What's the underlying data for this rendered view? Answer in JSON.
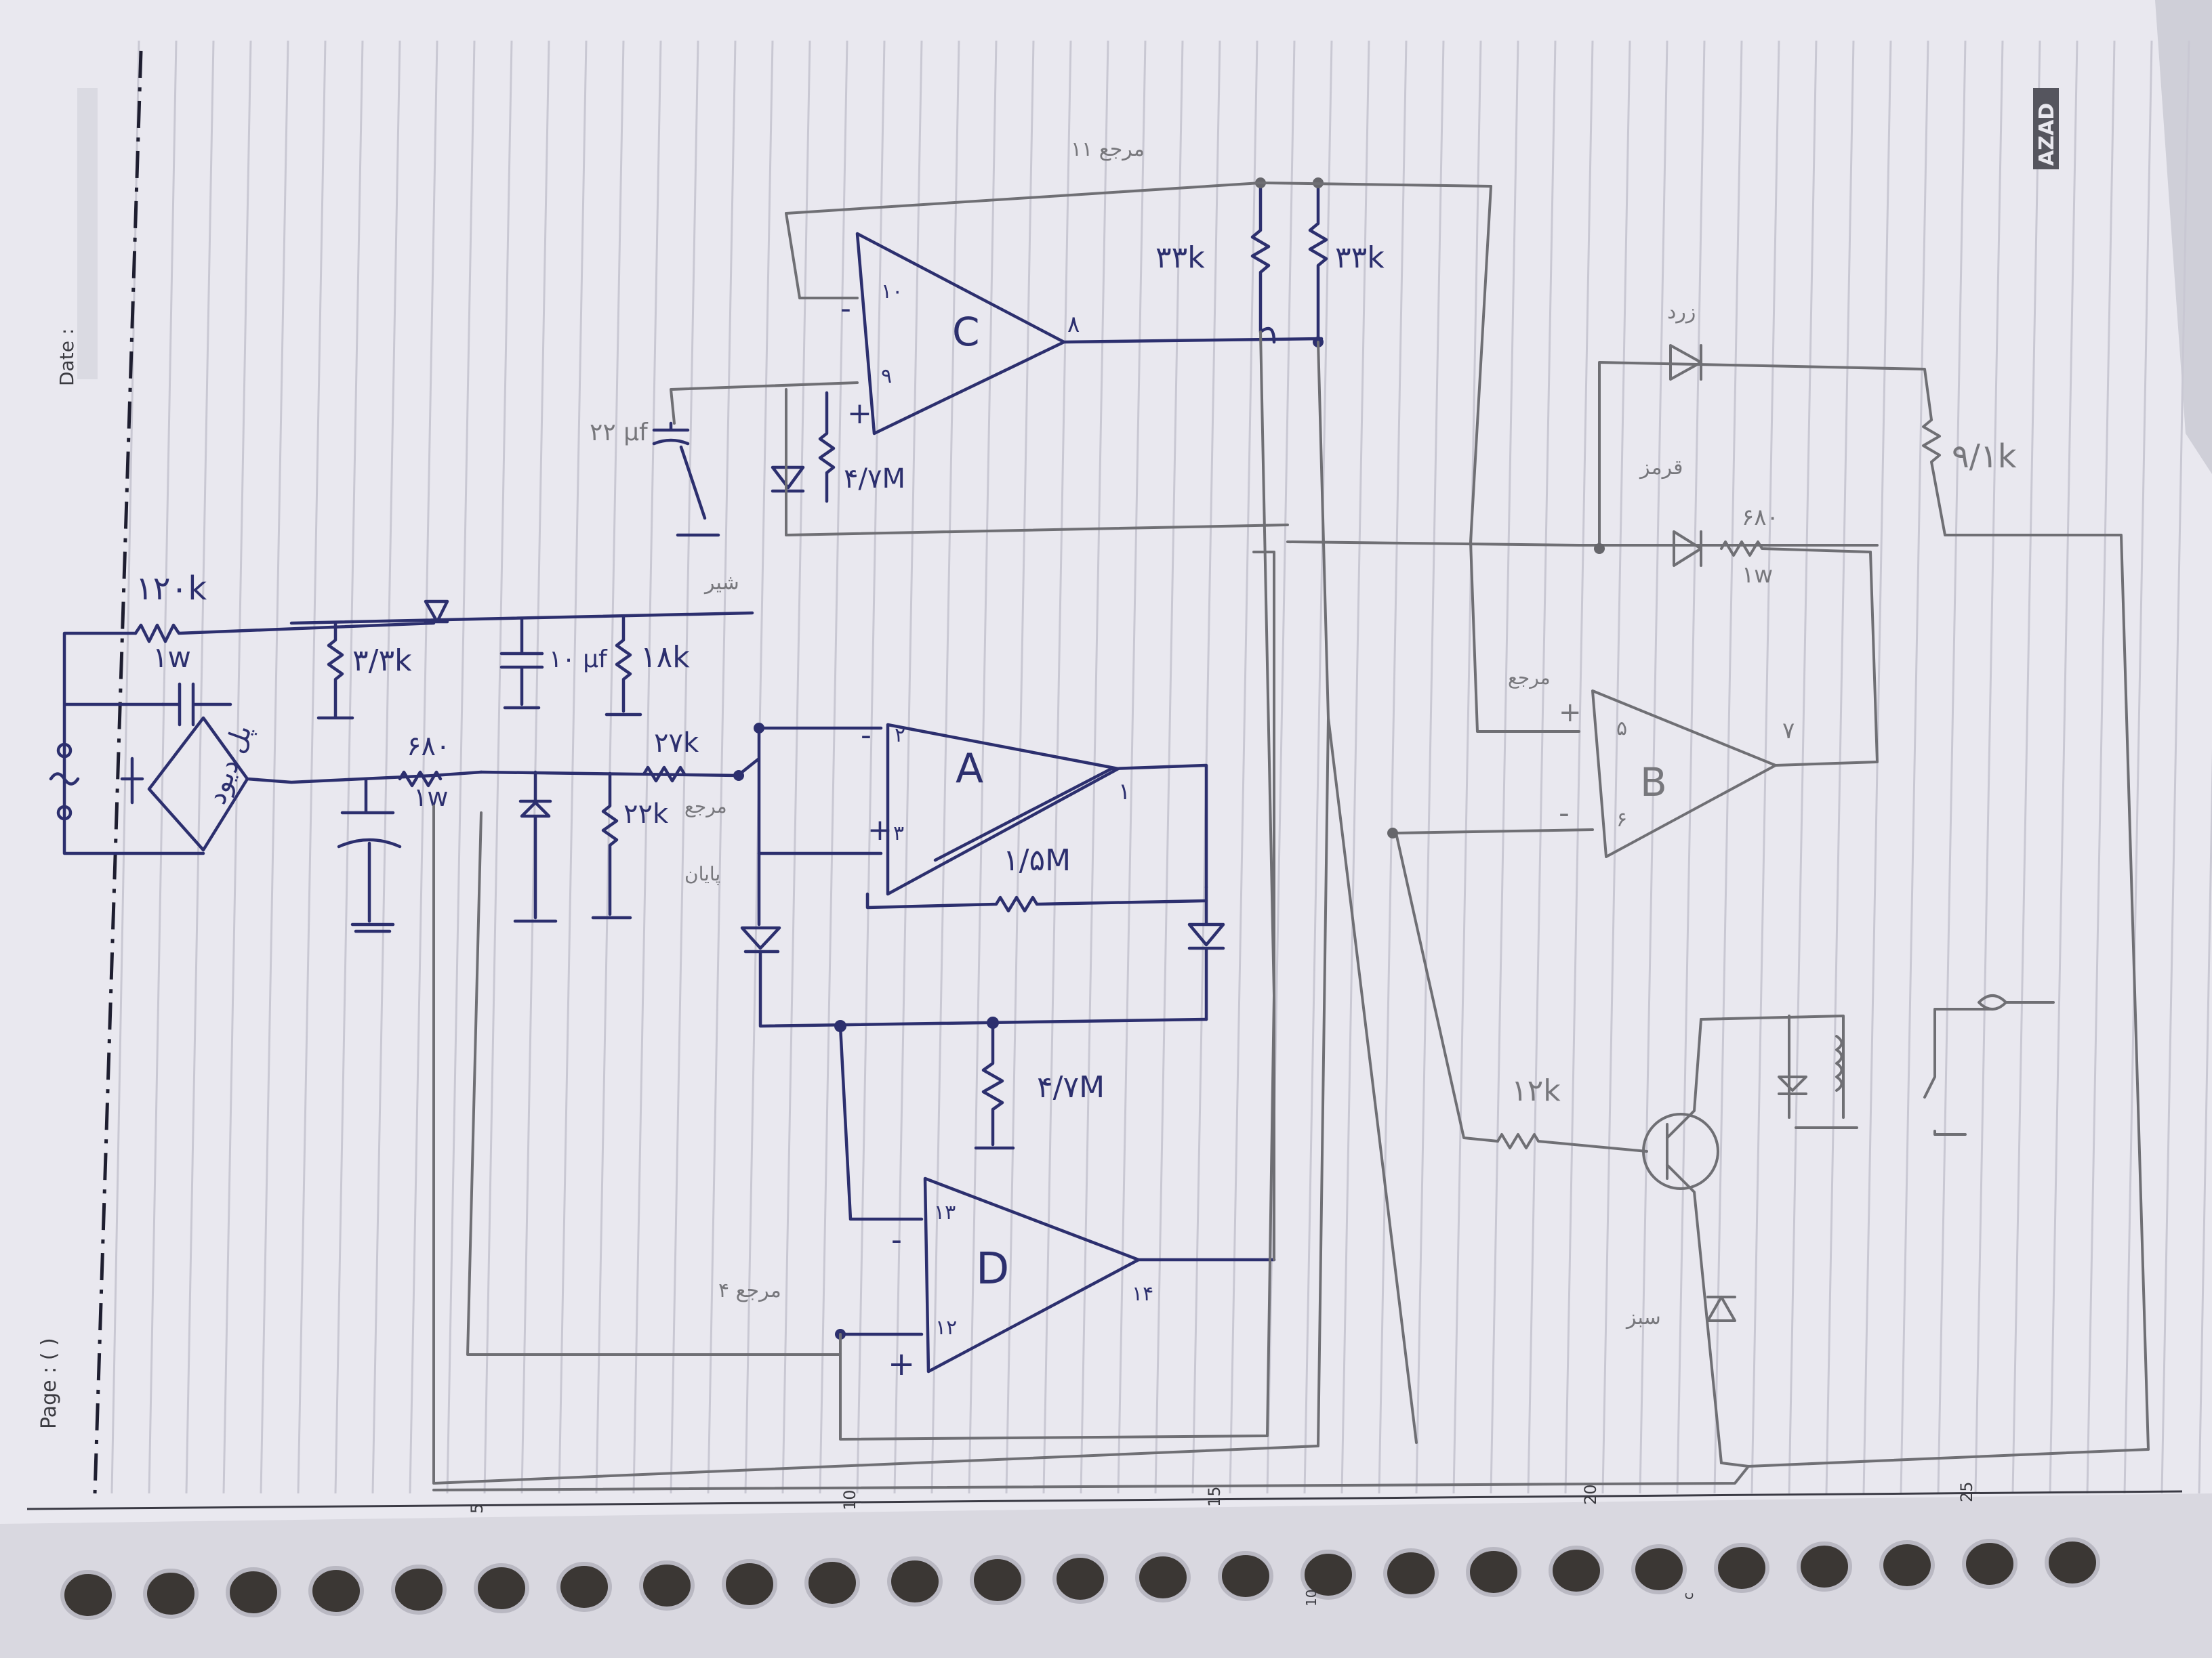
{
  "notebook": {
    "date_label": "Date :",
    "page_label": "Page : (      )",
    "brand": "AZAD",
    "ruler_ticks": [
      "5",
      "10",
      "15",
      "20",
      "25"
    ],
    "binding_marks": [
      "10",
      "c"
    ]
  },
  "schematic": {
    "opamps": {
      "a": {
        "name": "A",
        "pin_minus": "۲",
        "pin_plus": "۳",
        "pin_out": "۱",
        "sign_minus": "-",
        "sign_plus": "+"
      },
      "b": {
        "name": "B",
        "pin_plus": "۵",
        "pin_minus": "۶",
        "pin_out": "۷",
        "sign_minus": "-",
        "sign_plus": "+"
      },
      "c": {
        "name": "C",
        "pin_minus": "۱۰",
        "pin_plus": "۹",
        "pin_out": "۸",
        "sign_minus": "-",
        "sign_plus": "+"
      },
      "d": {
        "name": "D",
        "pin_minus": "۱۳",
        "pin_plus": "۱۲",
        "pin_out": "۱۴",
        "sign_minus": "-",
        "sign_plus": "+"
      }
    },
    "labels": {
      "r_input": "۱۲۰k",
      "r_input_power": "۱w",
      "bridge": "پل دیود",
      "r_3k3": "۳/۳k",
      "c_10uf": "۱۰ µf",
      "r_18k": "۱۸k",
      "r_680": "۶۸۰",
      "r_680_power": "۱w",
      "r_27k": "۲۷k",
      "r_22k": "۲۲k",
      "r_1_5m": "۱/۵M",
      "r_4_7m_bottom": "۴/۷M",
      "r_4_7m_top": "۴/۷M",
      "c_22uf": "۲۲ µf",
      "r_33k_a": "۳۳k",
      "r_33k_b": "۳۳k",
      "r_9_1k": "۹/۱k",
      "led_green": "زرد",
      "led_red": "قرمز",
      "r_680_led": "۶۸۰",
      "r_680_led_power": "۱w",
      "r_12k": "۱۲k",
      "led_bottom": "سبز",
      "note_top": "مرجع ۱۱",
      "note_mid": "شیر",
      "note_ref_a": "مرجع",
      "note_pin": "پایان",
      "note_ref_b": "مرجع",
      "note_ref_d": "مرجع ۴"
    }
  },
  "colors": {
    "ink": "#2c2f6e",
    "pencil": "#6f6f74",
    "paper": "#e9e8ef",
    "rule_line": "#c9c8d3",
    "margin_line": "#1e1e30",
    "background": "#2a2522"
  }
}
